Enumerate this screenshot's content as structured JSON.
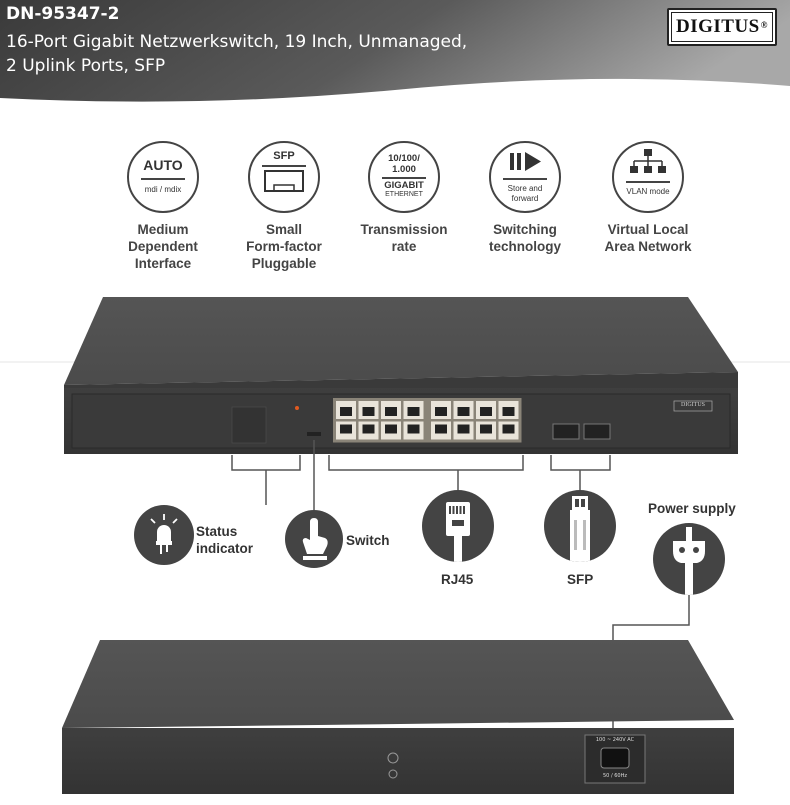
{
  "header": {
    "model": "DN-95347-2",
    "subtitle_line1": "16-Port Gigabit Netzwerkswitch, 19 Inch, Unmanaged,",
    "subtitle_line2": "2 Uplink Ports, SFP",
    "brand": "DIGITUS",
    "brand_mark": "®"
  },
  "features": [
    {
      "icon": "auto-mdix-icon",
      "big": "AUTO",
      "small": "mdi / mdix",
      "caption": [
        "Medium",
        "Dependent",
        "Interface"
      ]
    },
    {
      "icon": "sfp-icon",
      "big": "SFP",
      "caption": [
        "Small",
        "Form-factor",
        "Pluggable"
      ]
    },
    {
      "icon": "gigabit-icon",
      "big1": "10/100/",
      "big2": "1.000",
      "big3": "GIGABIT",
      "small": "ETHERNET",
      "caption": [
        "Transmission",
        "rate"
      ]
    },
    {
      "icon": "store-and-forward-icon",
      "small1": "Store and",
      "small2": "forward",
      "caption": [
        "Switching",
        "technology"
      ]
    },
    {
      "icon": "vlan-icon",
      "small": "VLAN mode",
      "caption": [
        "Virtual Local",
        "Area Network"
      ]
    }
  ],
  "ports": {
    "status": [
      "Status",
      "indicator"
    ],
    "switch": "Switch",
    "rj45": "RJ45",
    "sfp": "SFP",
    "power": "Power supply"
  },
  "device": {
    "front_brand": "DIGITUS",
    "rear_power_rating": "100 ~ 240V AC",
    "rear_power_freq": "50 / 60Hz"
  },
  "colors": {
    "header_dark": "#3f3f3f",
    "header_light": "#9a9a9a",
    "device_body": "#4a4a4a",
    "device_top": "#5a5a5a",
    "icon_dark": "#444444"
  }
}
